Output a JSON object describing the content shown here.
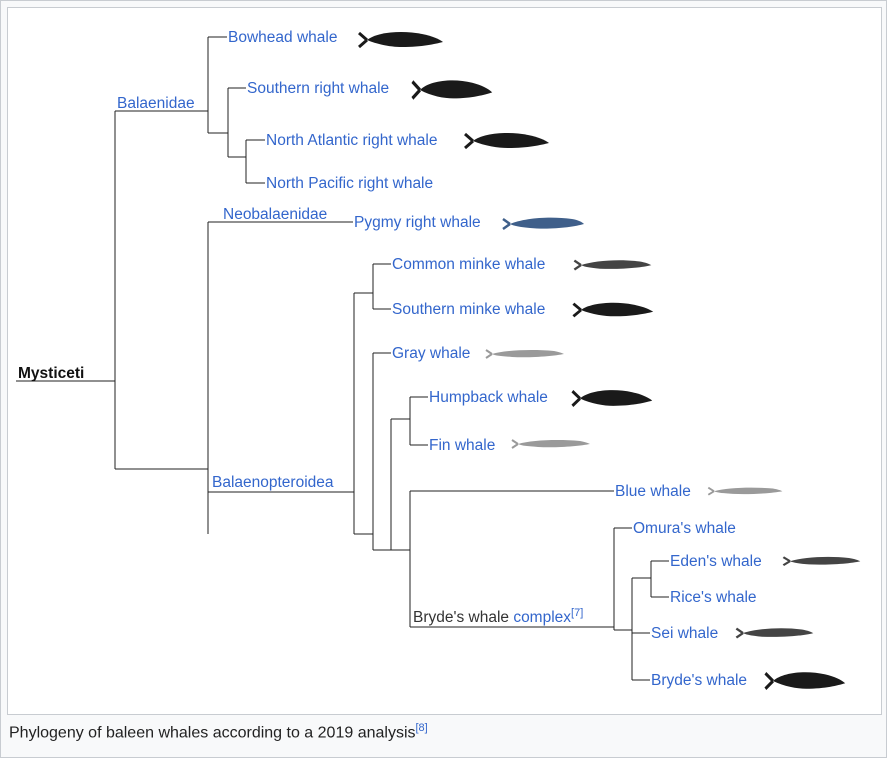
{
  "root": "Mysticeti",
  "clades": {
    "balaenidae": "Balaenidae",
    "neobalaenidae": "Neobalaenidae",
    "balaenopteroidea": "Balaenopteroidea"
  },
  "species": {
    "bowhead": "Bowhead whale",
    "southern_right": "Southern right whale",
    "north_atlantic_right": "North Atlantic right whale",
    "north_pacific_right": "North Pacific right whale",
    "pygmy_right": "Pygmy right whale",
    "common_minke": "Common minke whale",
    "southern_minke": "Southern minke whale",
    "gray": "Gray whale",
    "humpback": "Humpback whale",
    "fin": "Fin whale",
    "blue": "Blue whale",
    "omura": "Omura's whale",
    "eden": "Eden's whale",
    "rice": "Rice's whale",
    "sei": "Sei whale",
    "bryde": "Bryde's whale"
  },
  "complex": {
    "prefix": "Bryde's whale ",
    "link": "complex",
    "ref": "[7]"
  },
  "caption": {
    "text": "Phylogeny of baleen whales according to a 2019 analysis",
    "ref": "[8]"
  },
  "colors": {
    "link": "#3366cc",
    "line": "#222222",
    "border": "#c8ccd1",
    "caption_bg": "#f8f9fa"
  }
}
